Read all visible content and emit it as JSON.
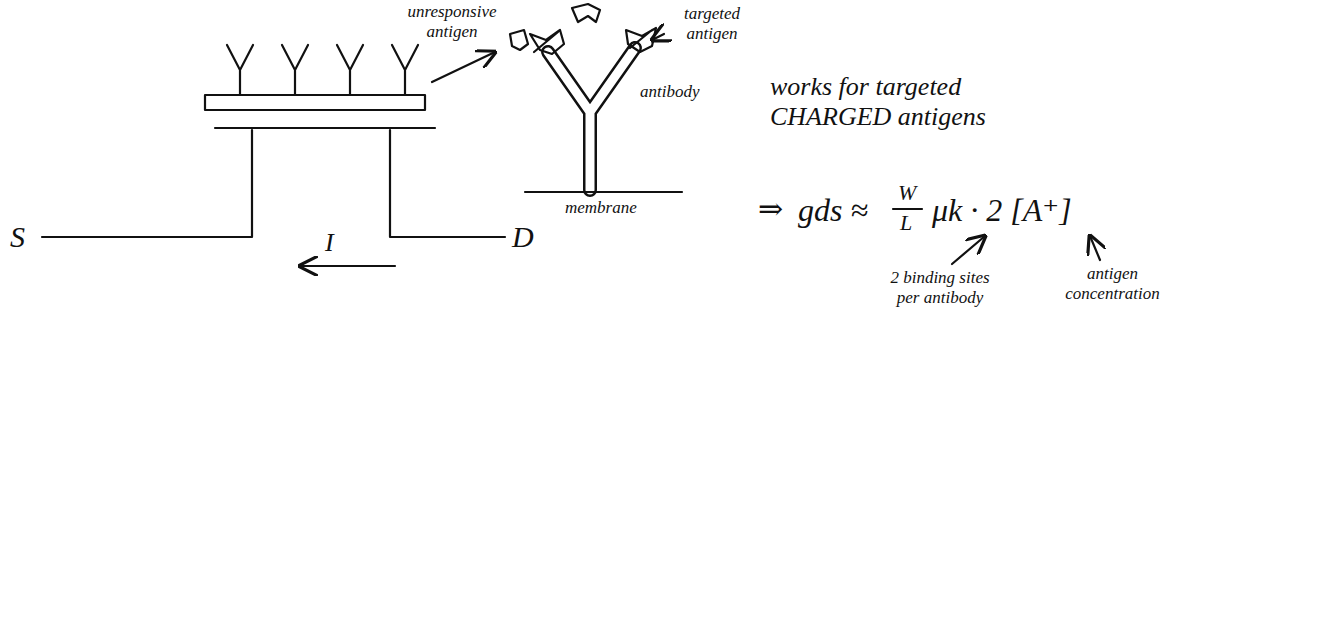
{
  "diagram": {
    "labels": [
      "unresponsive antigen",
      "targeted antigen",
      "antibody",
      "membrane",
      "works for targeted CHARGED antigens",
      "⇒",
      "gds ≈",
      "W",
      "L",
      "μk · 2 [A⁺]",
      "2 binding sites per antibody",
      "antigen concentration",
      "S",
      "D",
      "I"
    ]
  }
}
